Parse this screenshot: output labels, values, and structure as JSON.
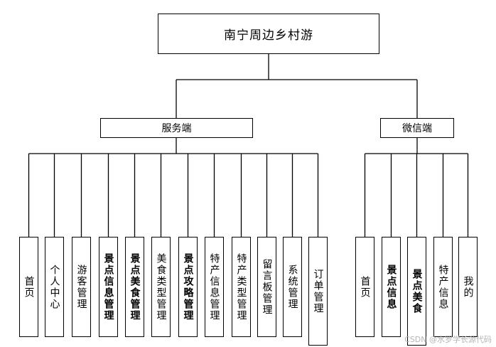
{
  "root": {
    "label": "南宁周边乡村游"
  },
  "branches": [
    {
      "key": "server",
      "label": "服务端",
      "leaves": [
        {
          "label": "首页",
          "bold": false
        },
        {
          "label": "个人中心",
          "bold": false
        },
        {
          "label": "游客管理",
          "bold": false
        },
        {
          "label": "景点信息管理",
          "bold": true
        },
        {
          "label": "景点美食管理",
          "bold": true
        },
        {
          "label": "美食类型管理",
          "bold": false
        },
        {
          "label": "景点攻略管理",
          "bold": true
        },
        {
          "label": "特产信息管理",
          "bold": false
        },
        {
          "label": "特产类型管理",
          "bold": false
        },
        {
          "label": "留言板管理",
          "bold": false
        },
        {
          "label": "系统管理",
          "bold": false
        },
        {
          "label": "订单管理",
          "bold": false
        }
      ]
    },
    {
      "key": "wechat",
      "label": "微信端",
      "leaves": [
        {
          "label": "首页",
          "bold": false
        },
        {
          "label": "景点信息",
          "bold": true
        },
        {
          "label": "景点美食",
          "bold": true
        },
        {
          "label": "特产信息",
          "bold": false
        },
        {
          "label": "我的",
          "bold": false
        }
      ]
    }
  ],
  "watermark": "CSDN @水罗学长源代码"
}
